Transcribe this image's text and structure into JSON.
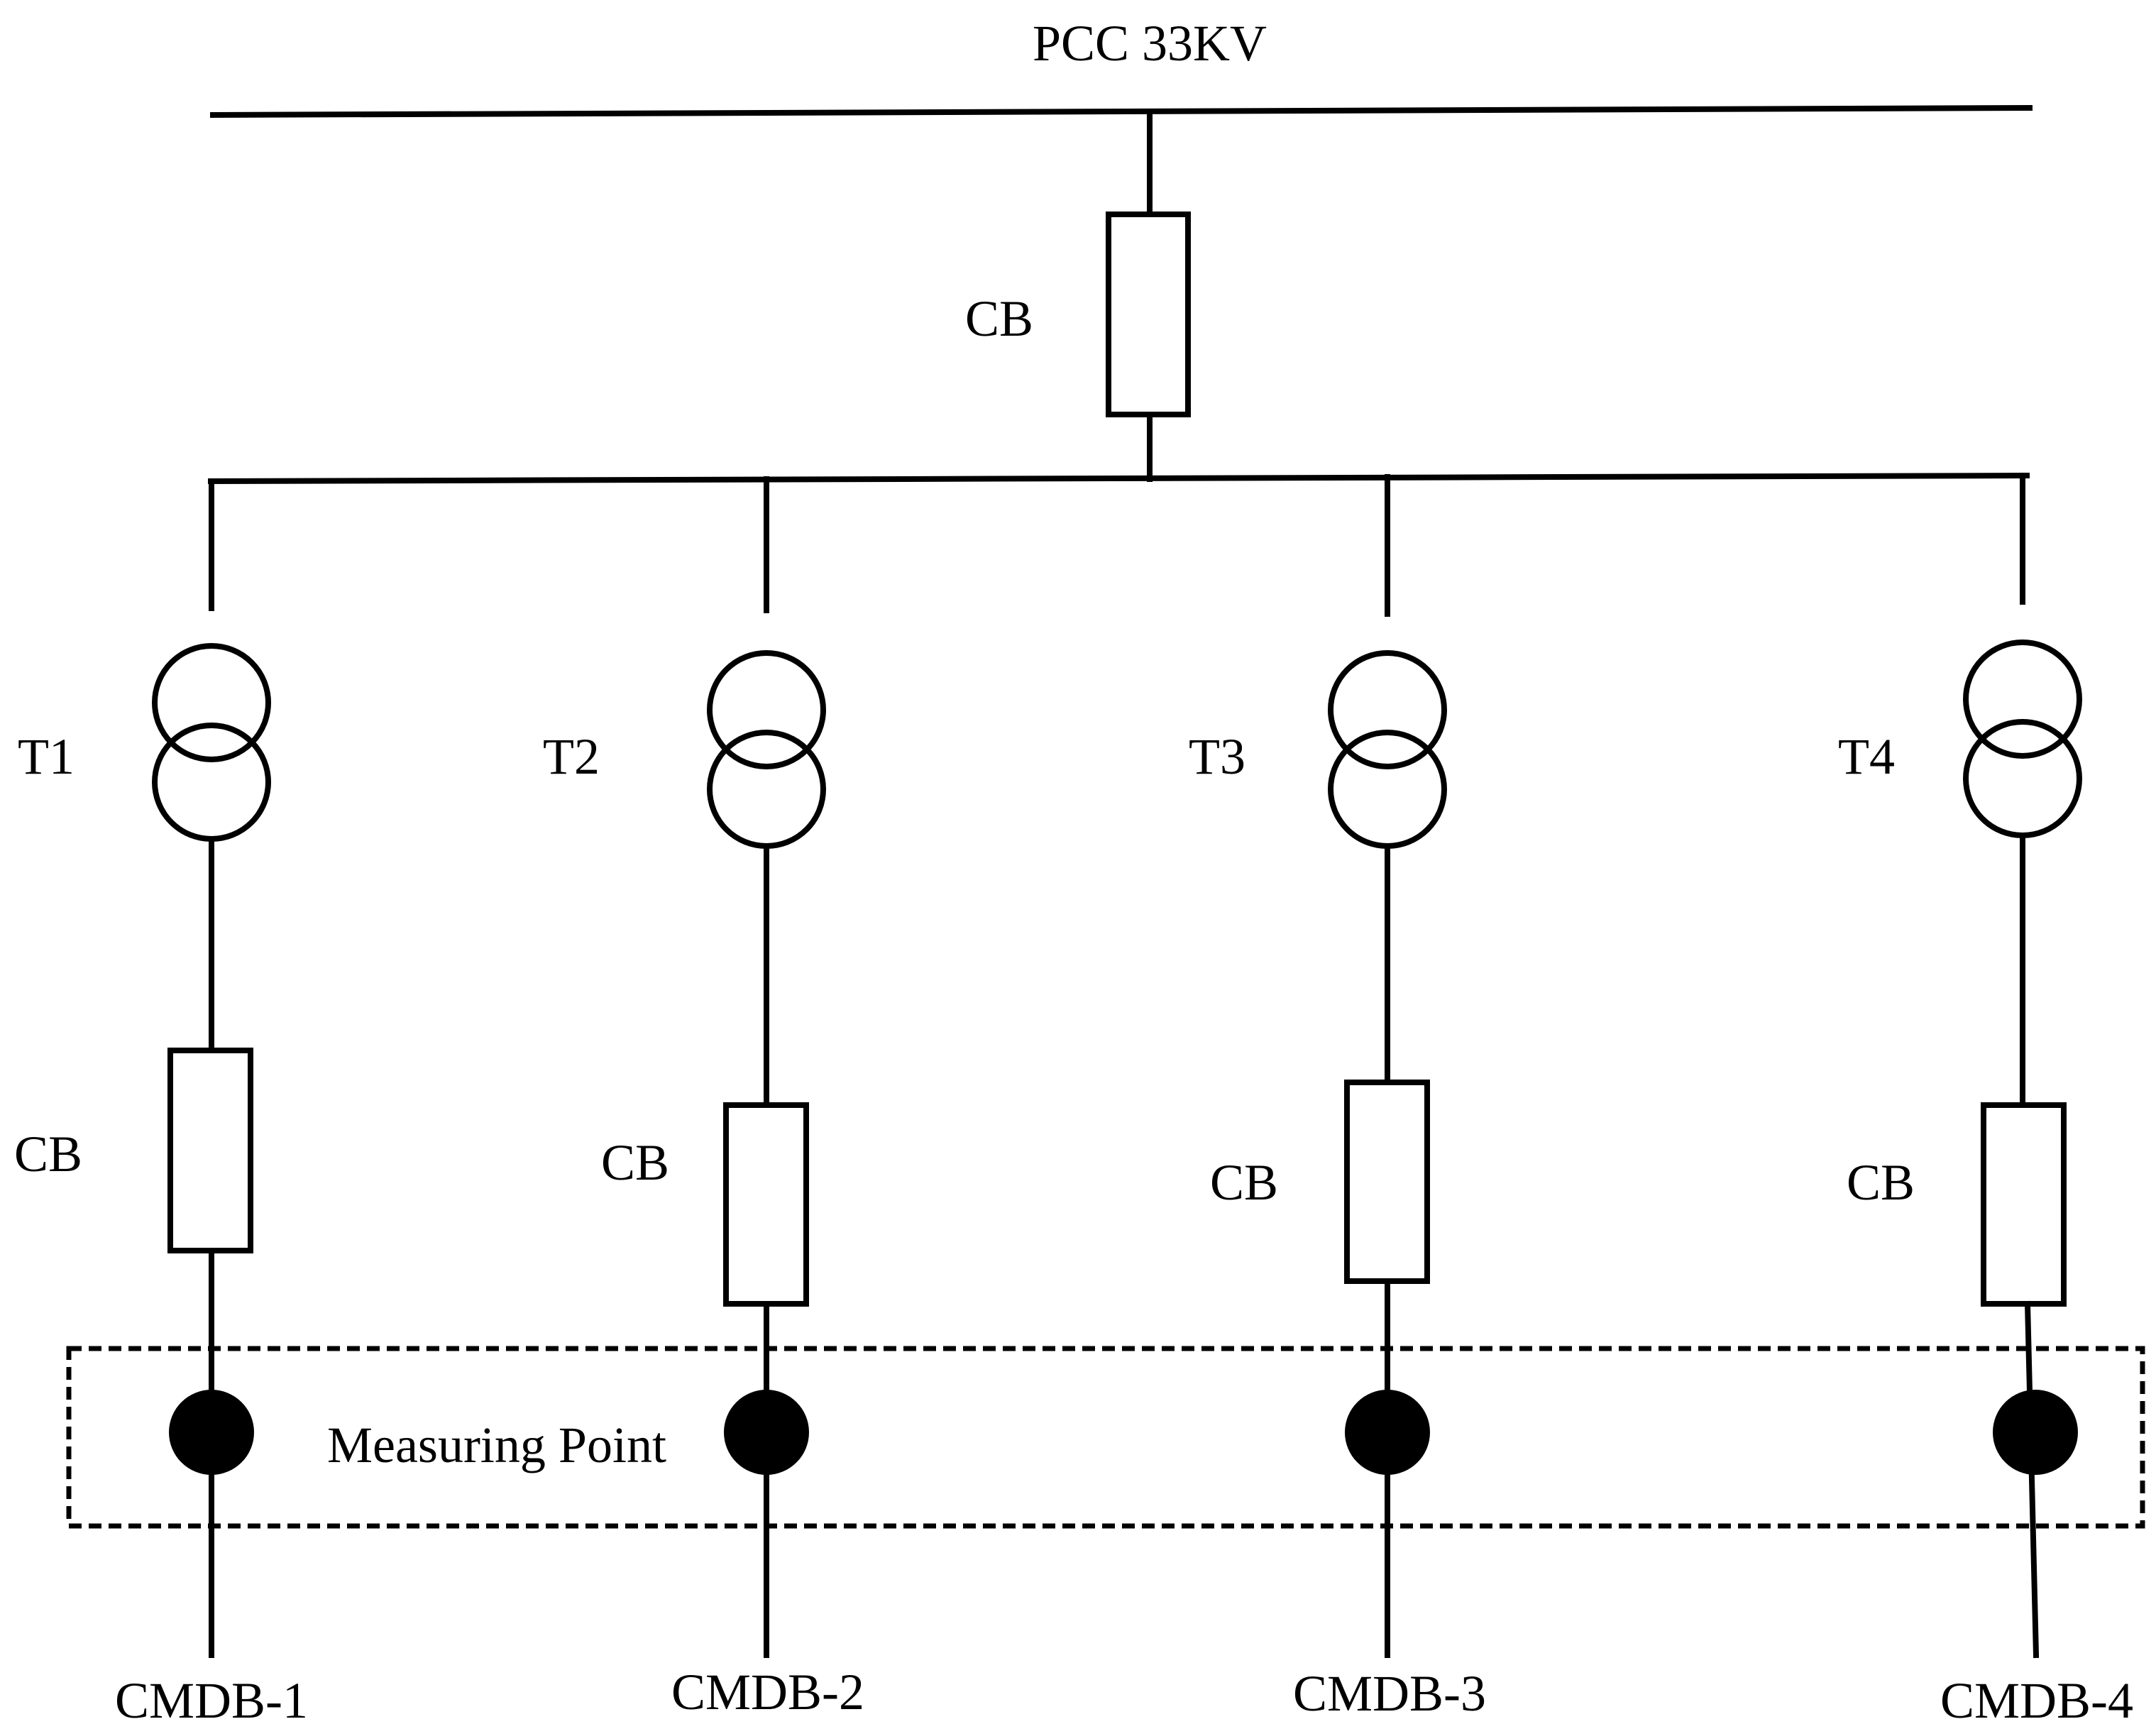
{
  "diagram": {
    "pcc_label": "PCC 33KV",
    "main_cb_label": "CB",
    "measuring_label": "Measuring Point",
    "feeders": [
      {
        "transformer_label": "T1",
        "cb_label": "CB",
        "load_label": "CMDB-1"
      },
      {
        "transformer_label": "T2",
        "cb_label": "CB",
        "load_label": "CMDB-2"
      },
      {
        "transformer_label": "T3",
        "cb_label": "CB",
        "load_label": "CMDB-3"
      },
      {
        "transformer_label": "T4",
        "cb_label": "CB",
        "load_label": "CMDB-4"
      }
    ]
  }
}
